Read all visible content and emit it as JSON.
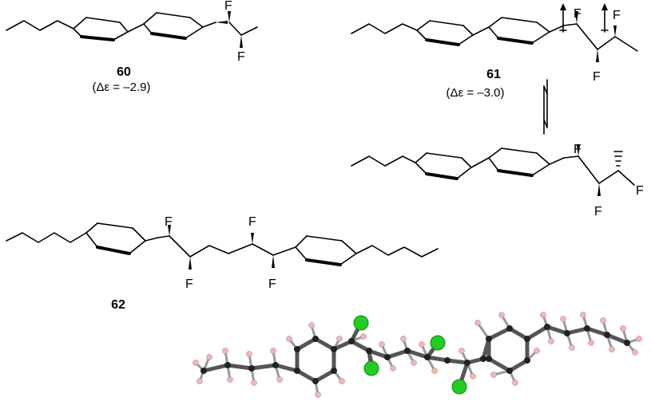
{
  "compounds": [
    {
      "id": "60",
      "label": "60",
      "note": "(Δε = –2.9)"
    },
    {
      "id": "61",
      "label": "61",
      "note": "(Δε = –3.0)"
    },
    {
      "id": "62",
      "label": "62"
    }
  ],
  "atom_symbol": "F",
  "colors": {
    "bond": "#000000",
    "carbon": "#222222",
    "hydrogen": "#f0b8b8",
    "fluorine": "#22cc22"
  }
}
